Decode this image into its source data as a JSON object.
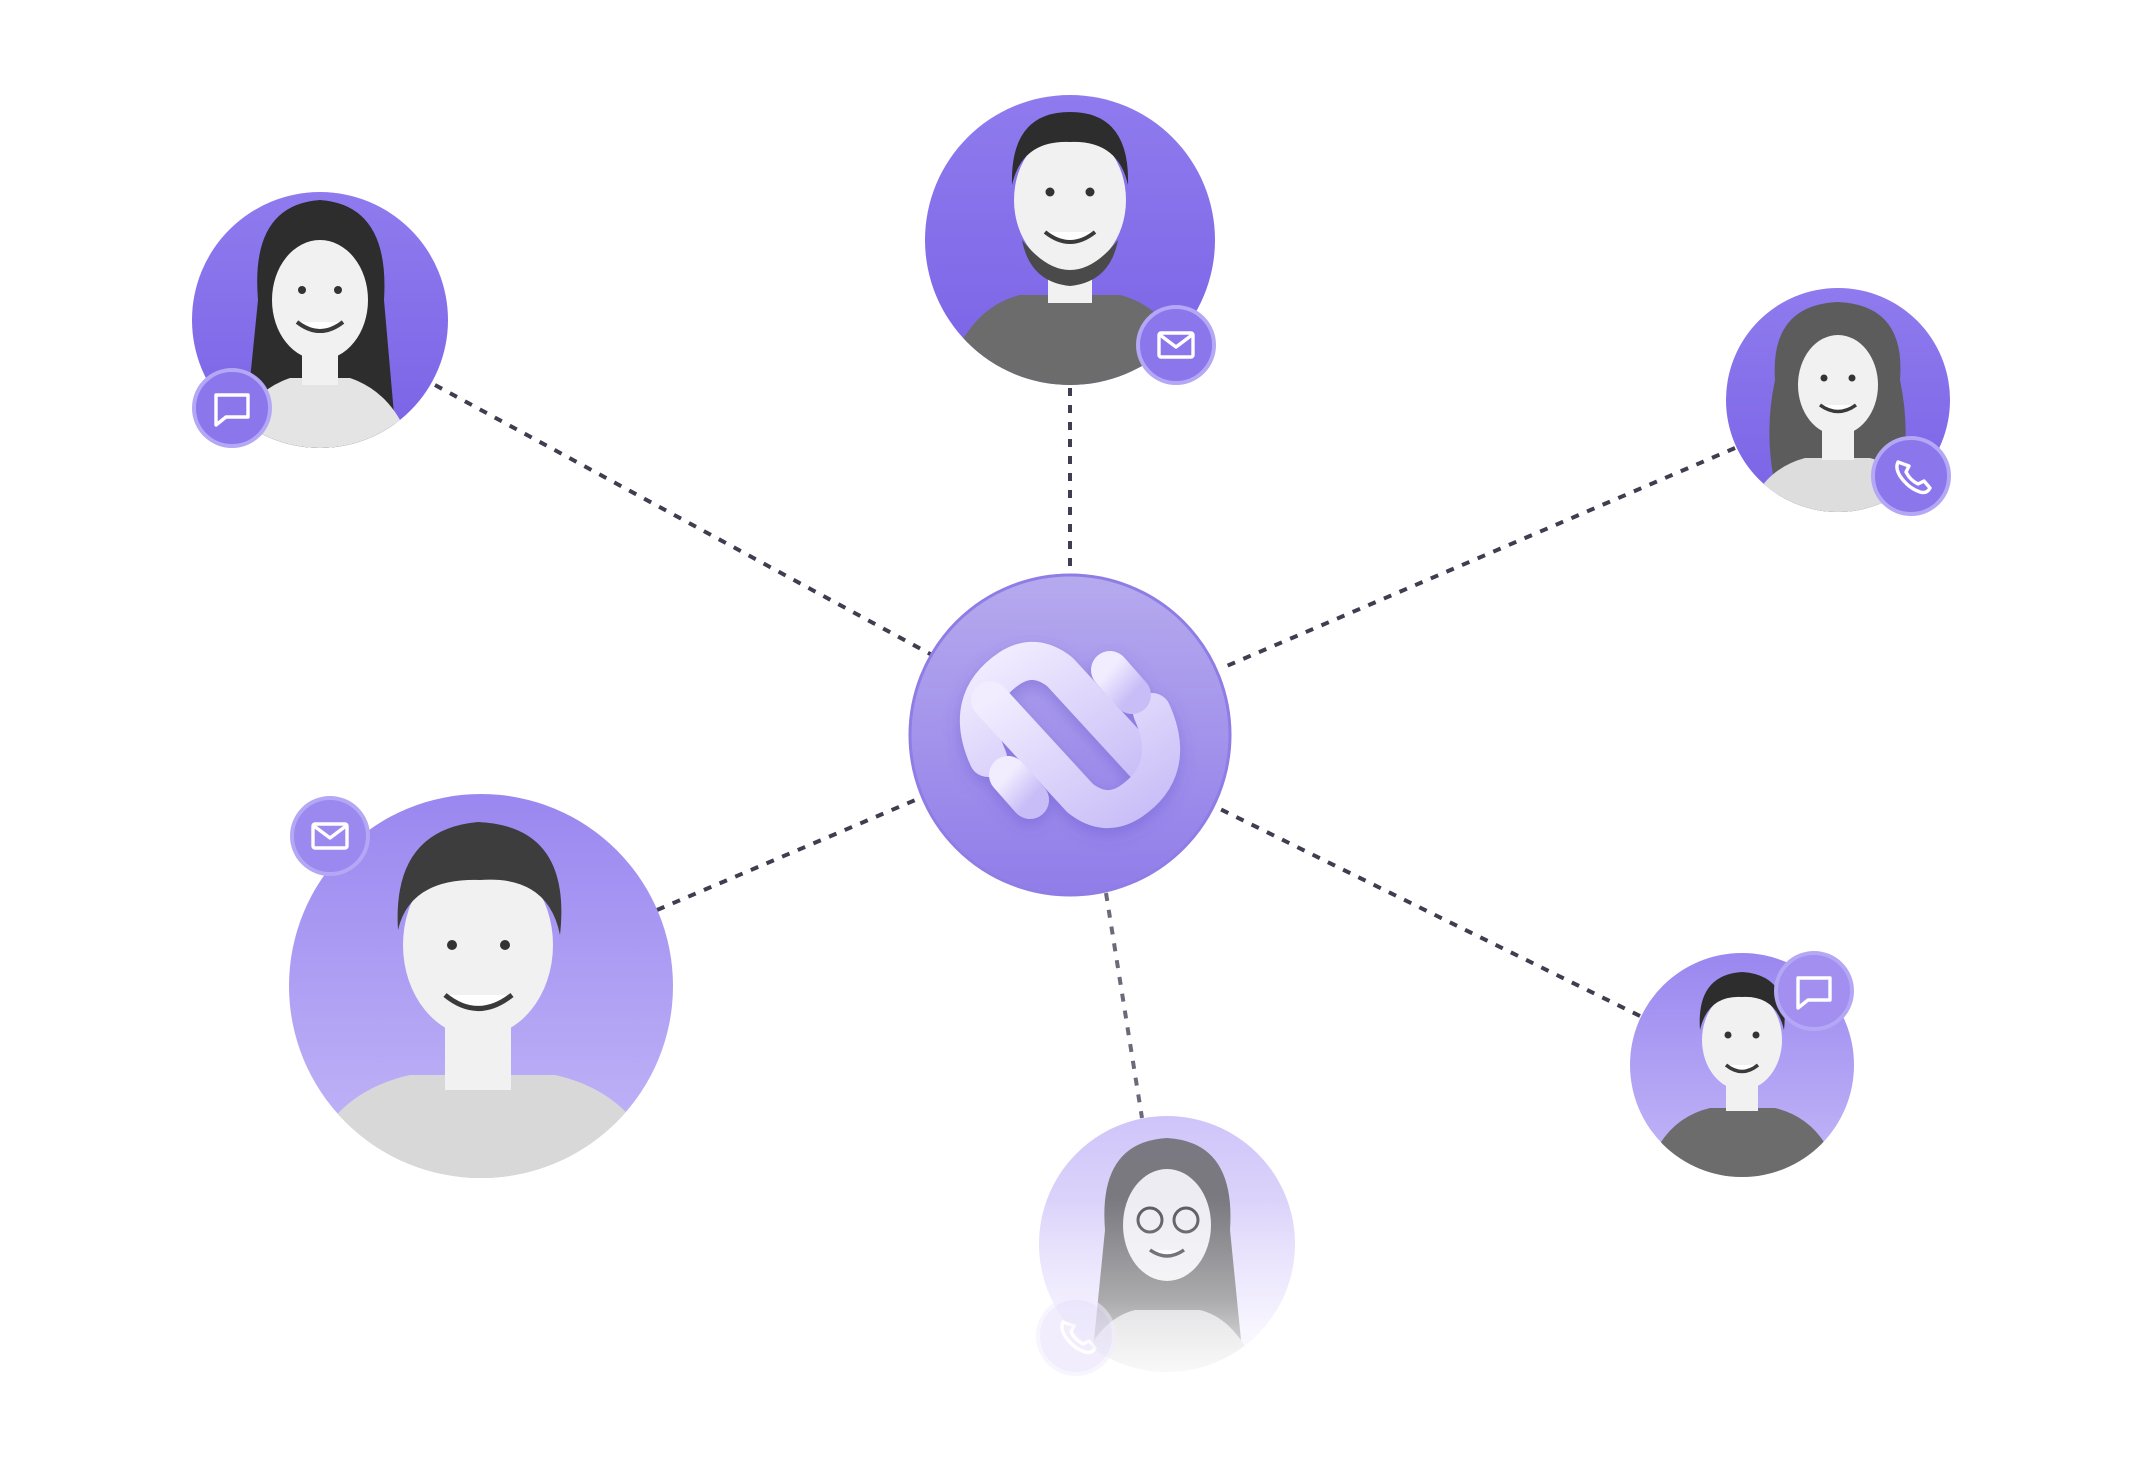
{
  "colors": {
    "accent": "#8b76ec",
    "accent_light": "#c9bdf8",
    "hub": "#9b8ae6",
    "hub_top": "#b8acef",
    "connector": "#3f3d4f",
    "background": "#ffffff"
  },
  "hub": {
    "icon": "brand-logo-icon"
  },
  "contacts": [
    {
      "id": "woman-top-left",
      "channel_icon": "chat-icon",
      "tone": "strong"
    },
    {
      "id": "man-top-center",
      "channel_icon": "mail-icon",
      "tone": "strong"
    },
    {
      "id": "woman-top-right",
      "channel_icon": "phone-icon",
      "tone": "strong"
    },
    {
      "id": "man-mid-left",
      "channel_icon": "mail-icon",
      "tone": "medium"
    },
    {
      "id": "man-bottom-right",
      "channel_icon": "chat-icon",
      "tone": "medium"
    },
    {
      "id": "woman-bottom-center",
      "channel_icon": "phone-icon",
      "tone": "faded"
    }
  ]
}
